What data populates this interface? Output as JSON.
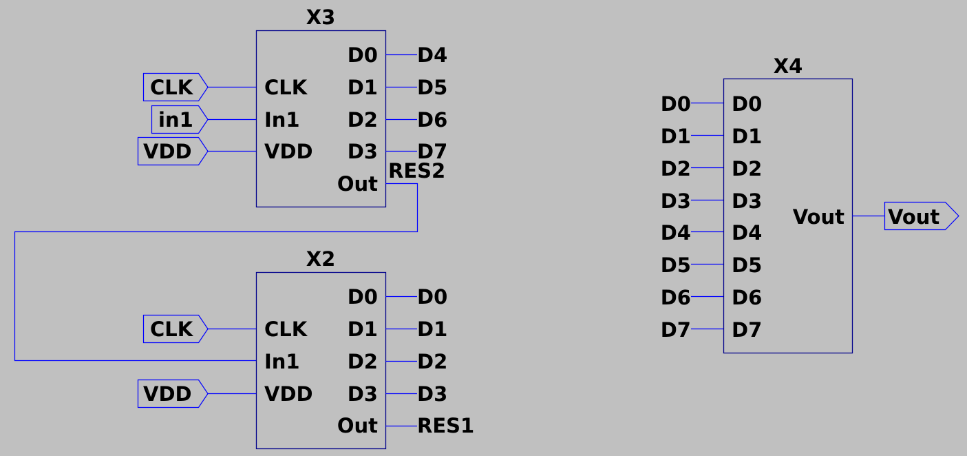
{
  "colors": {
    "background": "#c0c0c0",
    "wire": "#0000ff",
    "component_outline": "#00008b",
    "text": "#000000"
  },
  "components": [
    {
      "id": "X3",
      "left_pins": [
        "CLK",
        "In1",
        "VDD"
      ],
      "right_pins": [
        "D0",
        "D1",
        "D2",
        "D3",
        "Out"
      ]
    },
    {
      "id": "X2",
      "left_pins": [
        "CLK",
        "In1",
        "VDD"
      ],
      "right_pins": [
        "D0",
        "D1",
        "D2",
        "D3",
        "Out"
      ]
    },
    {
      "id": "X4",
      "left_pins": [
        "D0",
        "D1",
        "D2",
        "D3",
        "D4",
        "D5",
        "D6",
        "D7"
      ],
      "right_pins": [
        "Vout"
      ]
    }
  ],
  "port_flags": {
    "x3_clk": "CLK",
    "x3_in1": "in1",
    "x3_vdd": "VDD",
    "x2_clk": "CLK",
    "x2_vdd": "VDD",
    "x4_vout": "Vout"
  },
  "net_labels": {
    "x3_outputs": [
      "D4",
      "D5",
      "D6",
      "D7"
    ],
    "x3_out": "RES2",
    "x2_outputs": [
      "D0",
      "D1",
      "D2",
      "D3"
    ],
    "x2_out": "RES1",
    "x4_inputs": [
      "D0",
      "D1",
      "D2",
      "D3",
      "D4",
      "D5",
      "D6",
      "D7"
    ]
  }
}
